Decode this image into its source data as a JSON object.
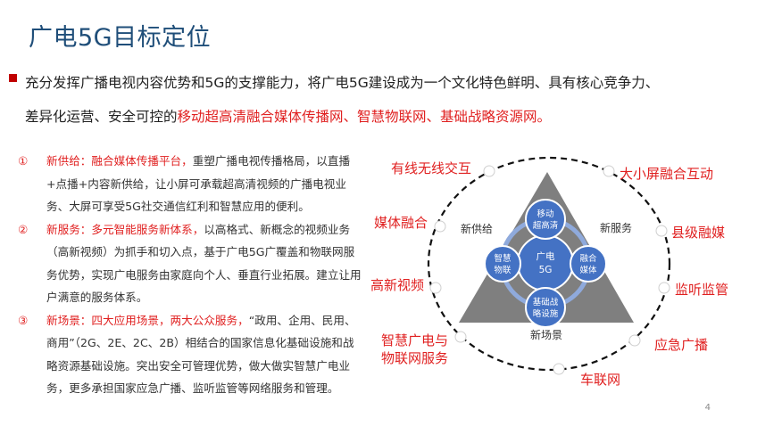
{
  "title": "广电5G目标定位",
  "intro": {
    "line1": "充分发挥广播电视内容优势和5G的支撑能力，将广电5G建设成为一个文化特色鲜明、具有核心竞争力、",
    "line2_prefix": "差异化运营、安全可控的",
    "line2_highlight": "移动超高清融合媒体传播网、智慧物联网、基础战略资源网。"
  },
  "items": [
    {
      "num": "①",
      "head": "新供给：融合媒体传播平台，",
      "body": "重塑广播电视传播格局，以直播+点播+内容新供给，让小屏可承载超高清视频的广播电视业务、大屏可享受5G社交通信红利和智慧应用的便利。"
    },
    {
      "num": "②",
      "head": "新服务：多元智能服务新体系，",
      "body": "以高格式、新概念的视频业务（高新视频）为抓手和切入点，基于广电5G广覆盖和物联网服务优势，实现广电服务由家庭向个人、垂直行业拓展。建立让用户满意的服务体系。"
    },
    {
      "num": "③",
      "head": "新场景：四大应用场景，两大公众服务，",
      "body": "“政用、企用、民用、商用”（2G、2E、2C、2B）相结合的国家信息化基础设施和战略资源基础设施。突出安全可管理优势，做大做实智慧广电业务，更多承担国家应急广播、监听监管等网络服务和管理。"
    }
  ],
  "diagram": {
    "center": [
      "广电",
      "5G"
    ],
    "top_node": [
      "移动",
      "超高清"
    ],
    "left_node": [
      "智慧",
      "物联"
    ],
    "right_node": [
      "融合",
      "媒体"
    ],
    "bottom_node": [
      "基础战",
      "略设施"
    ],
    "side_left": "新供给",
    "side_right": "新服务",
    "side_bottom": "新场景",
    "ring_labels": [
      "有线无线交互",
      "大小屏融合互动",
      "媒体融合",
      "县级融媒",
      "高新视频",
      "监听监管",
      "智慧广电与",
      "物联网服务",
      "应急广播",
      "车联网"
    ]
  },
  "page_number": "4",
  "colors": {
    "title": "#1f4e79",
    "accent_red": "#e02020",
    "triangle": "#7f7f7f",
    "node_blue": "#4472c4",
    "ring_blue": "#8faadc"
  }
}
